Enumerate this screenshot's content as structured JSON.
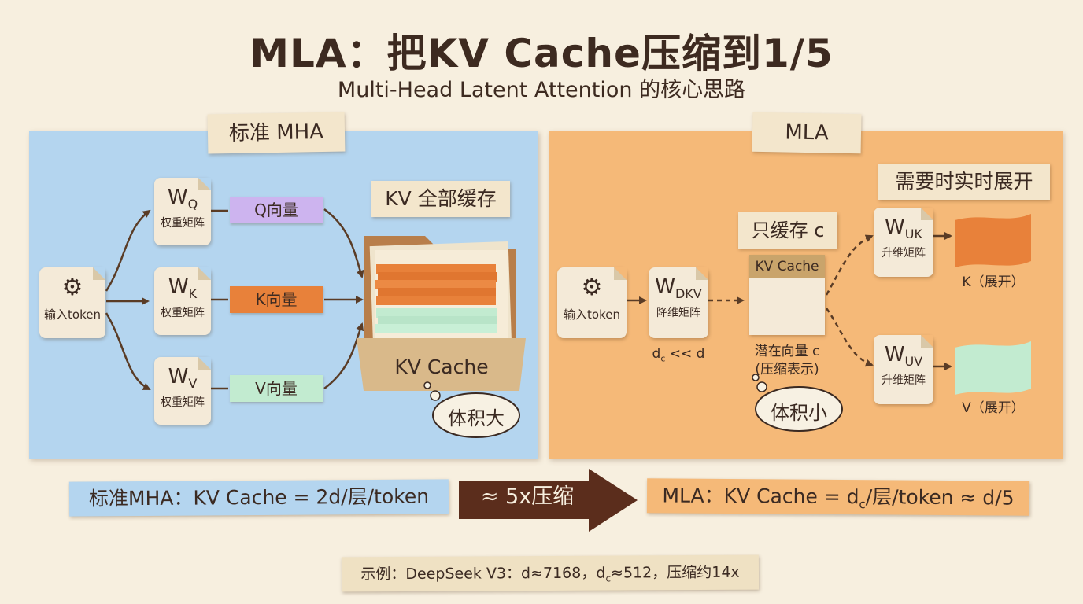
{
  "title": "MLA：把KV Cache压缩到1/5",
  "subtitle": "Multi-Head Latent Attention 的核心思路",
  "mha": {
    "tag": "标准 MHA",
    "input": "输入token",
    "wq": {
      "main": "W",
      "sub": "Q",
      "label": "权重矩阵"
    },
    "wk": {
      "main": "W",
      "sub": "K",
      "label": "权重矩阵"
    },
    "wv": {
      "main": "W",
      "sub": "V",
      "label": "权重矩阵"
    },
    "q_vec": "Q向量",
    "k_vec": "K向量",
    "v_vec": "V向量",
    "cache_heading": "KV 全部缓存",
    "folder_label": "KV Cache",
    "bubble": "体积大"
  },
  "mla": {
    "tag": "MLA",
    "input": "输入token",
    "wdkv": {
      "main": "W",
      "sub": "DKV",
      "label": "降维矩阵"
    },
    "dim_note_main": "d",
    "dim_note_sub": "c",
    "dim_note_rest": " << d",
    "cache_only": "只缓存 c",
    "kv_cache_label": "KV Cache",
    "latent_line1": "潜在向量 c",
    "latent_line2": "(压缩表示)",
    "bubble": "体积小",
    "expand_heading": "需要时实时展开",
    "wuk": {
      "main": "W",
      "sub": "UK",
      "label": "升维矩阵"
    },
    "wuv": {
      "main": "W",
      "sub": "UV",
      "label": "升维矩阵"
    },
    "k_out": "K（展开）",
    "v_out": "V（展开）"
  },
  "summary": {
    "left": "标准MHA：KV Cache = 2d/层/token",
    "ratio": "≈ 5x压缩",
    "right_pre": "MLA：KV Cache = d",
    "right_sub": "c",
    "right_post": "/层/token ≈ d/5"
  },
  "example": {
    "pre": "示例：DeepSeek V3：d≈7168，d",
    "sub": "c",
    "post": "≈512，压缩约14x"
  },
  "colors": {
    "mha_panel": "#b4d5ef",
    "mla_panel": "#f5b978",
    "q_vec": "#cdb4ef",
    "k_vec": "#e8813a",
    "v_vec": "#c2ebd0",
    "arrow": "#5a3c26"
  }
}
